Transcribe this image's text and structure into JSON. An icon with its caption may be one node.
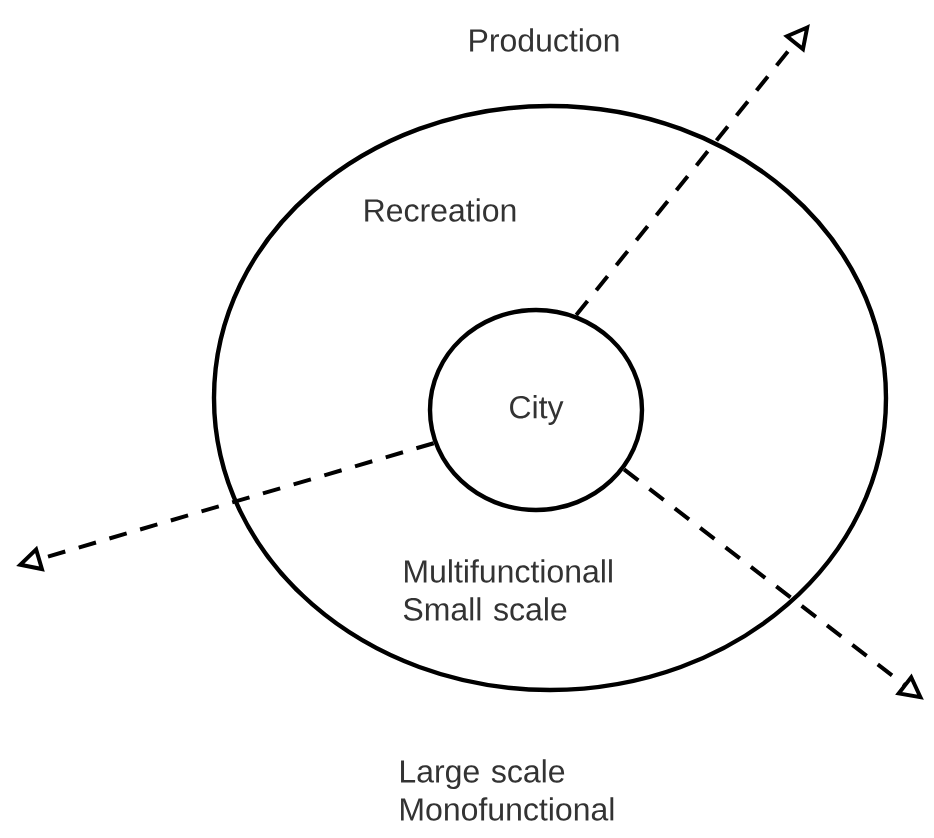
{
  "diagram": {
    "nodes": [
      {
        "text": [
          "Recreation",
          "Multifunctionall Small scale"
        ]
      },
      {
        "text": [
          "City"
        ],
        "in": 0
      }
    ],
    "edges": [
      {
        "from": 1,
        "to": null,
        "arrow": "to",
        "style": "dashed"
      },
      {
        "from": 1,
        "to": null,
        "arrow": "to",
        "style": "dashed"
      },
      {
        "from": 1,
        "to": null,
        "arrow": "to",
        "style": "dashed"
      }
    ],
    "labels": [
      "Production",
      "Large scale Monofunctional"
    ]
  }
}
